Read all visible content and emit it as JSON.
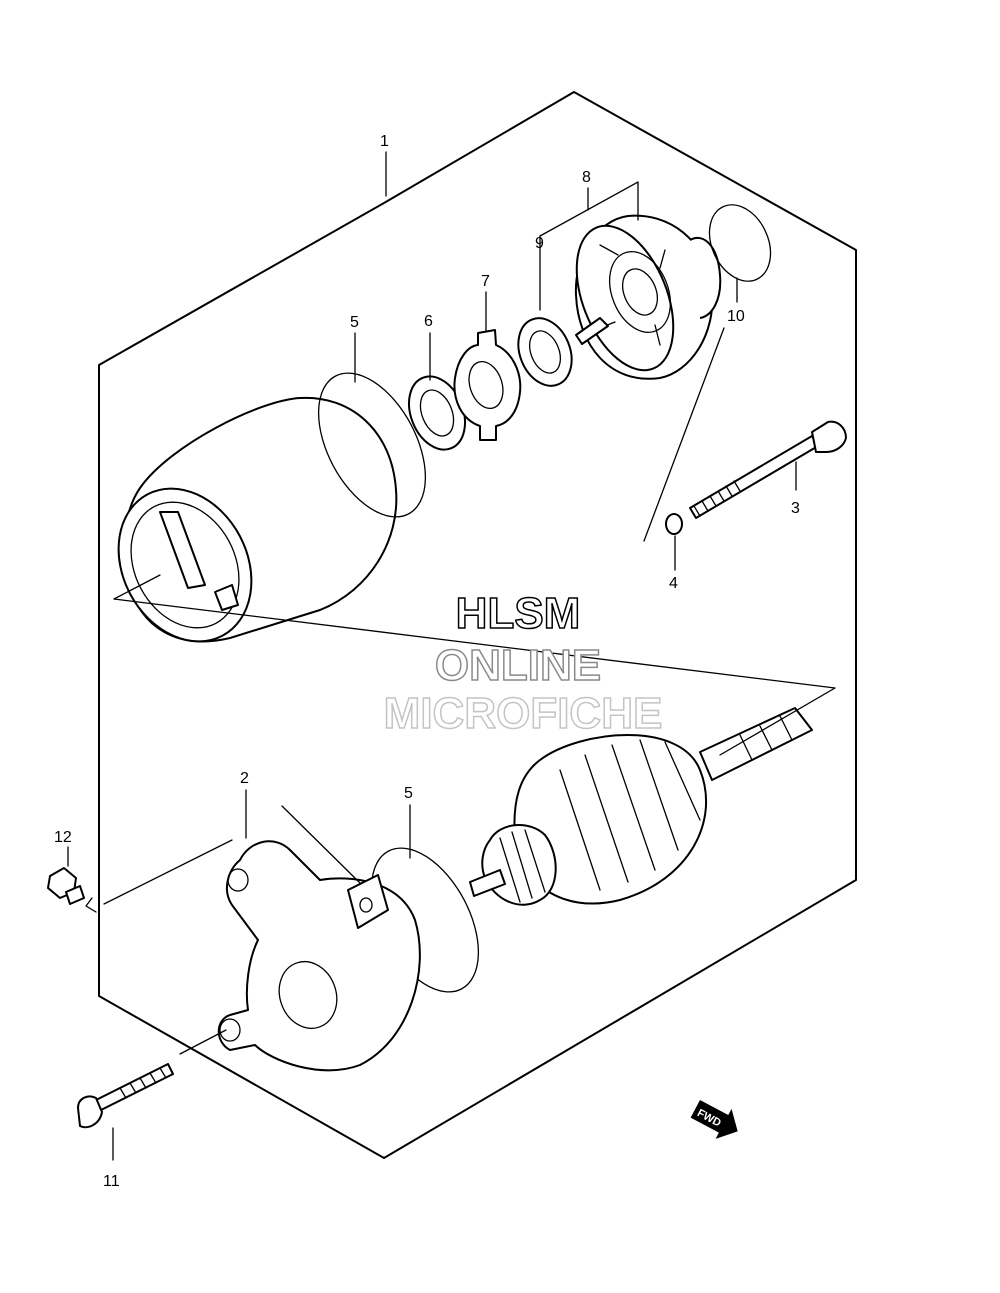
{
  "callouts": {
    "c1": "1",
    "c2": "2",
    "c3": "3",
    "c4": "4",
    "c5a": "5",
    "c5b": "5",
    "c6": "6",
    "c7": "7",
    "c8": "8",
    "c9": "9",
    "c10": "10",
    "c11": "11",
    "c12": "12"
  },
  "watermark": {
    "line1": "HLSM",
    "line2": "ONLINE",
    "line3": "MICROFICHE"
  },
  "fwd_badge": "FWD",
  "colors": {
    "line": "#000000",
    "background": "#ffffff",
    "watermark_mid": "#8a8a8a",
    "watermark_light": "#c4c4c4"
  }
}
